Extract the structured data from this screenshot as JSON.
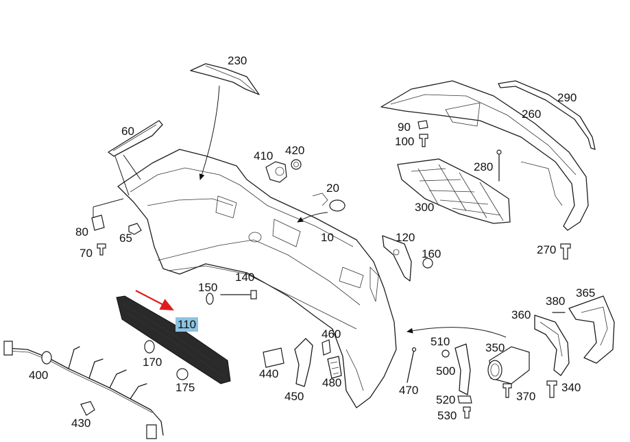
{
  "colors": {
    "line": "#1a1a1a",
    "highlight": "#8ec3e2",
    "pointer_arrow": "#e01b1b"
  },
  "highlighted_part": "110",
  "callouts": {
    "p230": "230",
    "p290": "290",
    "p60": "60",
    "p260": "260",
    "p90": "90",
    "p100": "100",
    "p410": "410",
    "p420": "420",
    "p280": "280",
    "p20": "20",
    "p300": "300",
    "p80": "80",
    "p65": "65",
    "p10": "10",
    "p120": "120",
    "p70": "70",
    "p160": "160",
    "p270": "270",
    "p150": "150",
    "p140": "140",
    "p365": "365",
    "p380": "380",
    "p360": "360",
    "p110": "110",
    "p460": "460",
    "p510": "510",
    "p350": "350",
    "p400": "400",
    "p170": "170",
    "p440": "440",
    "p500": "500",
    "p480": "480",
    "p175": "175",
    "p470": "470",
    "p340": "340",
    "p370": "370",
    "p450": "450",
    "p520": "520",
    "p430": "430",
    "p530": "530"
  }
}
